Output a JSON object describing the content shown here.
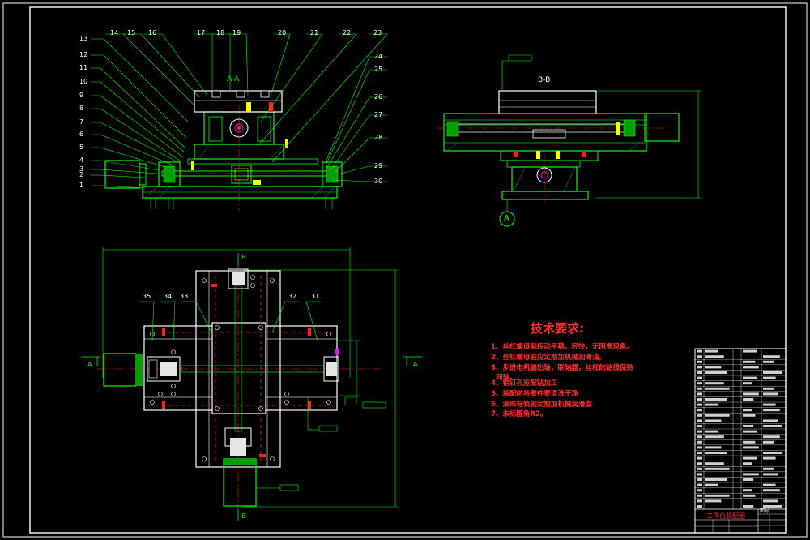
{
  "drawing": {
    "section_aa_label": "A-A",
    "section_bb_label": "B-B",
    "view_a_marker": "A",
    "cut_label_b": "B",
    "cut_label_a": "A",
    "leader_numbers_left": [
      "13",
      "12",
      "11",
      "10",
      "9",
      "8",
      "7",
      "6",
      "5",
      "4",
      "3",
      "2",
      "1"
    ],
    "leader_numbers_top": [
      "14",
      "15",
      "16",
      "17",
      "18",
      "19",
      "20",
      "21",
      "22",
      "23"
    ],
    "leader_numbers_right": [
      "24",
      "25",
      "26",
      "27",
      "28",
      "29",
      "30"
    ],
    "plan_numbers": [
      "35",
      "34",
      "33",
      "32",
      "31"
    ]
  },
  "tech_requirements": {
    "title": "技术要求:",
    "items": [
      "1、丝杠螺母副传动平稳，轻快，无阻滞现象。",
      "2、丝杠螺母副应定期加机械润滑油。",
      "3、步进电机输出轴，联轴器，丝杠的轴线保持",
      "同轴。",
      "4、销钉孔应配钻加工",
      "5、装配前各零件要清洗干净",
      "6、滚珠导轨副定期加机械润滑脂",
      "7、未标圆角R2。"
    ]
  },
  "title_block": {
    "drawing_name": "工作台装配图",
    "code": "图号"
  },
  "colors": {
    "frame": "#ffffff",
    "outline": "#00ff00",
    "leader": "#00ff00",
    "center_line": "#ff2020",
    "text_red": "#ff2f2f",
    "part_white": "#e6e6e6",
    "hatch": "#00c800",
    "accent_yellow": "#ffff00",
    "accent_magenta": "#ff00ff",
    "accent_cyan": "#00ffff"
  }
}
